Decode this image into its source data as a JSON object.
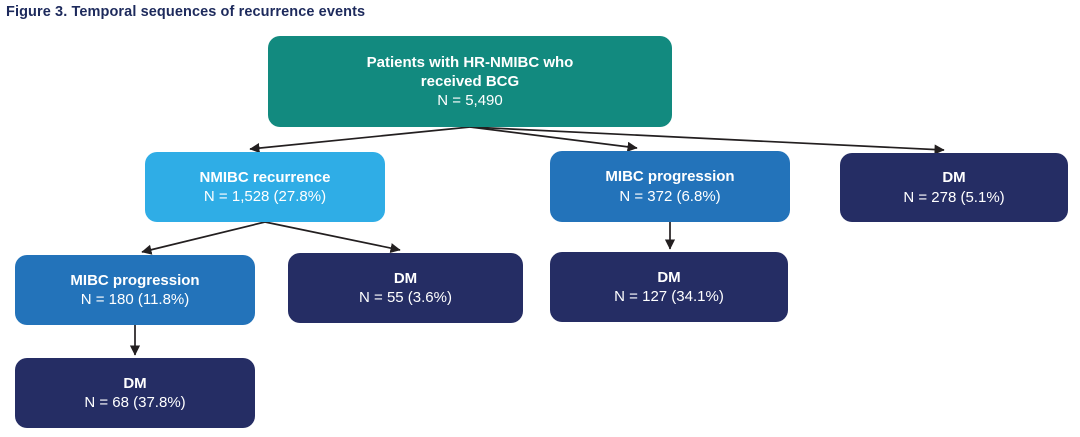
{
  "figure": {
    "title": "Figure 3. Temporal sequences of recurrence events",
    "title_color": "#1d2a5c",
    "background": "#ffffff",
    "arrow_color": "#231f20"
  },
  "palette": {
    "teal": "#128a7f",
    "light_blue": "#2fade6",
    "medium_blue": "#2373ba",
    "navy": "#252d64"
  },
  "nodes": {
    "root": {
      "label": "Patients with HR-NMIBC who\nreceived BCG",
      "count": "N = 5,490",
      "color": "#128a7f"
    },
    "nmibc_recurrence": {
      "label": "NMIBC recurrence",
      "count": "N = 1,528 (27.8%)",
      "color": "#2fade6"
    },
    "mibc_progression": {
      "label": "MIBC progression",
      "count": "N = 372 (6.8%)",
      "color": "#2373ba"
    },
    "dm_direct": {
      "label": "DM",
      "count": "N = 278 (5.1%)",
      "color": "#252d64"
    },
    "mibc_after_nmibc": {
      "label": "MIBC progression",
      "count": "N = 180 (11.8%)",
      "color": "#2373ba"
    },
    "dm_after_nmibc": {
      "label": "DM",
      "count": "N = 55 (3.6%)",
      "color": "#252d64"
    },
    "dm_after_mibc": {
      "label": "DM",
      "count": "N = 127 (34.1%)",
      "color": "#252d64"
    },
    "dm_after_mibc_after_nmibc": {
      "label": "DM",
      "count": "N = 68 (37.8%)",
      "color": "#252d64"
    }
  },
  "chart_data": {
    "type": "diagram",
    "title": "Figure 3. Temporal sequences of recurrence events",
    "flow": [
      {
        "from": "Patients with HR-NMIBC who received BCG",
        "to": "NMIBC recurrence",
        "n": 1528,
        "percent": 27.8
      },
      {
        "from": "Patients with HR-NMIBC who received BCG",
        "to": "MIBC progression",
        "n": 372,
        "percent": 6.8
      },
      {
        "from": "Patients with HR-NMIBC who received BCG",
        "to": "DM",
        "n": 278,
        "percent": 5.1
      },
      {
        "from": "NMIBC recurrence",
        "to": "MIBC progression",
        "n": 180,
        "percent": 11.8
      },
      {
        "from": "NMIBC recurrence",
        "to": "DM",
        "n": 55,
        "percent": 3.6
      },
      {
        "from": "MIBC progression",
        "to": "DM",
        "n": 127,
        "percent": 34.1
      },
      {
        "from": "MIBC progression (after NMIBC recurrence)",
        "to": "DM",
        "n": 68,
        "percent": 37.8
      }
    ],
    "root_n": 5490
  }
}
